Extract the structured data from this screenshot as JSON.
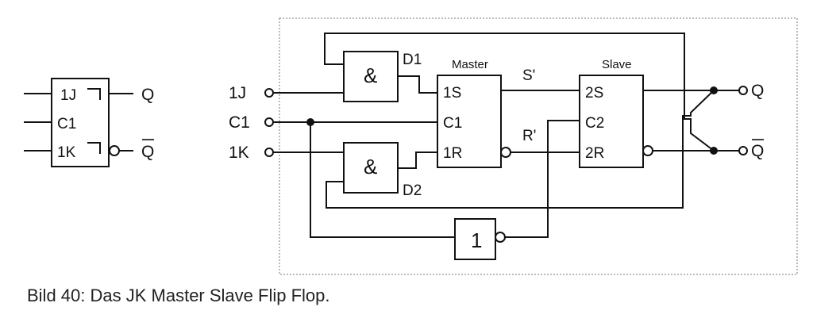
{
  "symbol": {
    "inputs": [
      "1J",
      "C1",
      "1K"
    ],
    "outputs": [
      "Q",
      "Q"
    ]
  },
  "circuit": {
    "inputs": [
      "1J",
      "C1",
      "1K"
    ],
    "outputs": [
      "Q",
      "Q"
    ],
    "gate_d1": {
      "symbol": "&",
      "label": "D1"
    },
    "gate_d2": {
      "symbol": "&",
      "label": "D2"
    },
    "inverter": {
      "symbol": "1"
    },
    "master": {
      "title": "Master",
      "pins": [
        "1S",
        "C1",
        "1R"
      ]
    },
    "slave": {
      "title": "Slave",
      "pins": [
        "2S",
        "C2",
        "2R"
      ]
    },
    "signals": {
      "s": "S'",
      "r": "R'"
    }
  },
  "caption": "Bild 40: Das JK Master Slave Flip Flop."
}
